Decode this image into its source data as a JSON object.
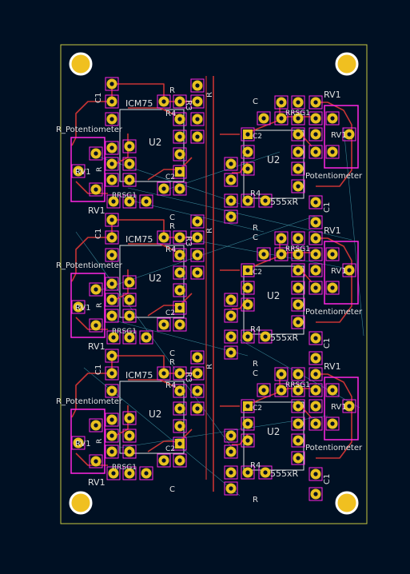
{
  "board": {
    "edge_color": "#c8c840",
    "background": "#001023",
    "copper_color": "#c83434",
    "pad_color": "#e8c020",
    "courtyard_color": "#ff26e2",
    "silk_color": "#e0e0e0",
    "ratsnest_color": "#4fb0c0"
  },
  "left_block": {
    "ic_ref": "U2",
    "ic_value": "ICM75",
    "pot_ref": "RV1",
    "pot_value": "R_Potentiometer",
    "pot_pad_label": "RV1",
    "res_ref": "R",
    "res_ref_b": "R4",
    "res_value": "R3",
    "cap_ref": "C",
    "cap_value": "C1",
    "cap_pad_label": "C2",
    "vert_label_r": "R",
    "conn_label": "RRSG1"
  },
  "right_block": {
    "ic_ref": "U2",
    "ic_value": "555xR",
    "pot_ref": "RV1",
    "pot_value": "Potentiometer",
    "pot_pad_label": "RV1",
    "res_ref": "R4",
    "res_value": "R",
    "cap_ref": "C",
    "cap_value": "C1",
    "cap_pad_label": "C2",
    "conn_label": "RRSG1"
  }
}
